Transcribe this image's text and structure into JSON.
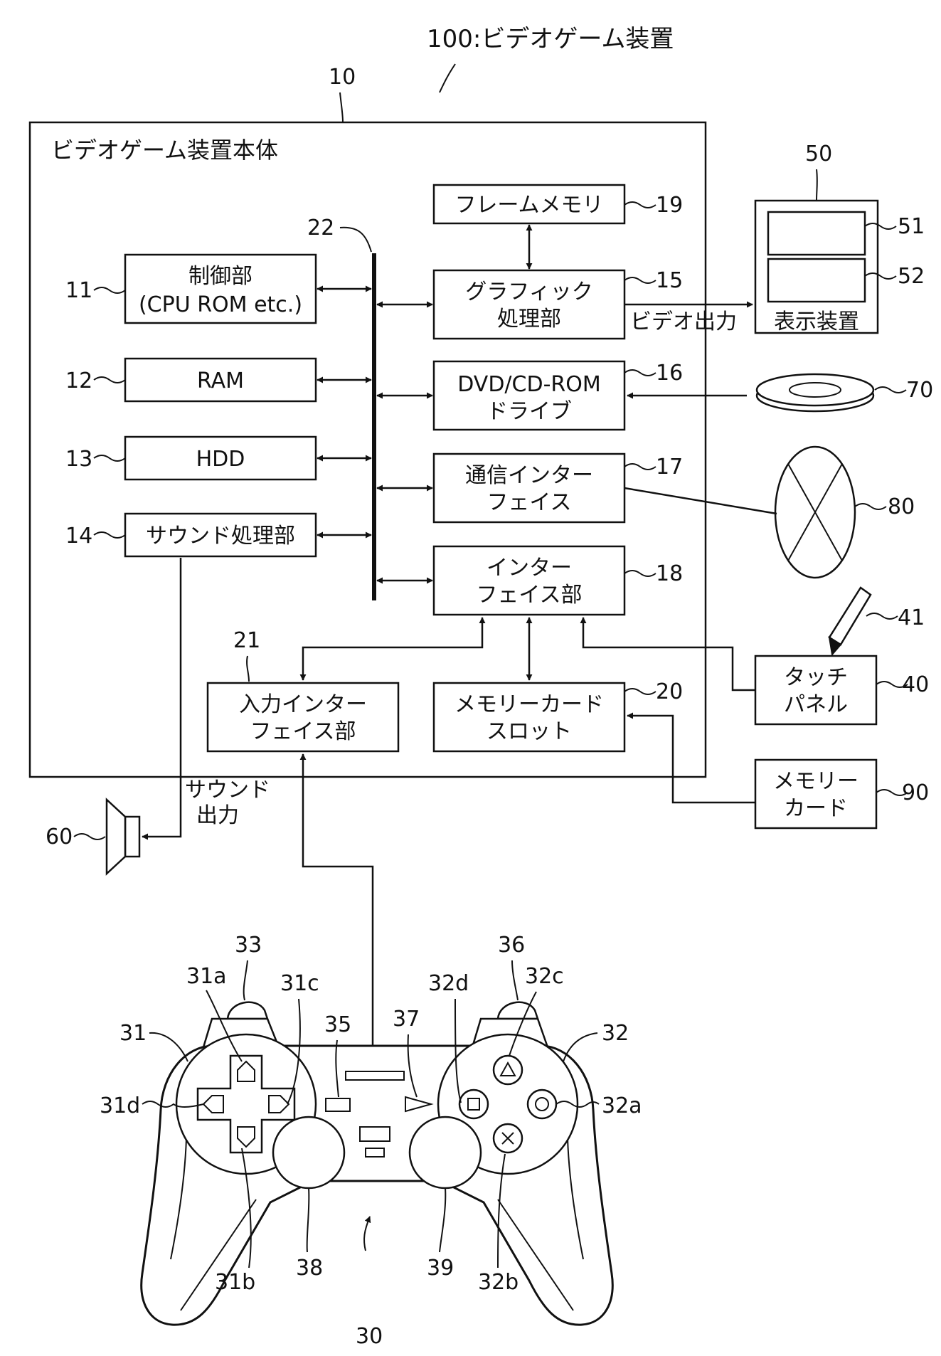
{
  "title": "100:ビデオゲーム装置",
  "main_unit": {
    "ref": "10",
    "label": "ビデオゲーム装置本体"
  },
  "bus_ref": "22",
  "blocks": {
    "control": {
      "ref": "11",
      "line1": "制御部",
      "line2": "(CPU ROM etc.)"
    },
    "ram": {
      "ref": "12",
      "line1": "RAM"
    },
    "hdd": {
      "ref": "13",
      "line1": "HDD"
    },
    "sound": {
      "ref": "14",
      "line1": "サウンド処理部"
    },
    "frame_memory": {
      "ref": "19",
      "line1": "フレームメモリ"
    },
    "graphics": {
      "ref": "15",
      "line1": "グラフィック",
      "line2": "処理部"
    },
    "drive": {
      "ref": "16",
      "line1": "DVD/CD-ROM",
      "line2": "ドライブ"
    },
    "comm": {
      "ref": "17",
      "line1": "通信インター",
      "line2": "フェイス"
    },
    "interface": {
      "ref": "18",
      "line1": "インター",
      "line2": "フェイス部"
    },
    "input_if": {
      "ref": "21",
      "line1": "入力インター",
      "line2": "フェイス部"
    },
    "card_slot": {
      "ref": "20",
      "line1": "メモリーカード",
      "line2": "スロット"
    }
  },
  "external": {
    "display": {
      "ref": "50",
      "label": "表示装置",
      "screen1_ref": "51",
      "screen2_ref": "52"
    },
    "video_out": "ビデオ出力",
    "disc_ref": "70",
    "network_ref": "80",
    "stylus_ref": "41",
    "touch_panel": {
      "ref": "40",
      "line1": "タッチ",
      "line2": "パネル"
    },
    "memory_card": {
      "ref": "90",
      "line1": "メモリー",
      "line2": "カード"
    },
    "speaker_ref": "60",
    "sound_out": {
      "line1": "サウンド",
      "line2": "出力"
    }
  },
  "controller": {
    "ref": "30",
    "labels": {
      "l31": "31",
      "l31a": "31a",
      "l31b": "31b",
      "l31c": "31c",
      "l31d": "31d",
      "l32": "32",
      "l32a": "32a",
      "l32b": "32b",
      "l32c": "32c",
      "l32d": "32d",
      "l33": "33",
      "l35": "35",
      "l36": "36",
      "l37": "37",
      "l38": "38",
      "l39": "39"
    }
  }
}
